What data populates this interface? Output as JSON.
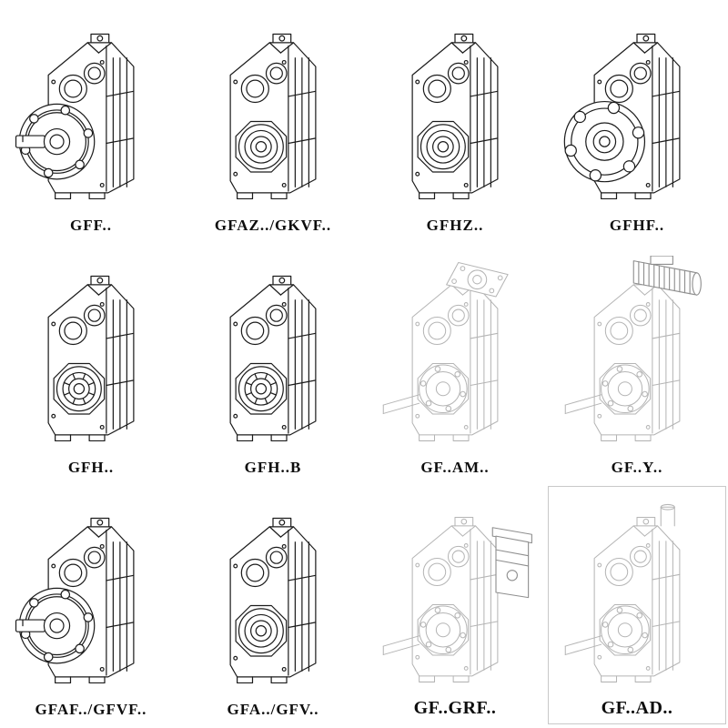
{
  "page": {
    "background": "#ffffff"
  },
  "colors": {
    "ink": "#1c1c1c",
    "light": "#b5b5b5",
    "mid": "#8f8f8f",
    "label": "#0d0d0d"
  },
  "catalog": {
    "items": [
      {
        "label": "GFF..",
        "variant": "flange-shaft",
        "weight": "solid"
      },
      {
        "label": "GFAZ../GKVF..",
        "variant": "hollow",
        "weight": "solid"
      },
      {
        "label": "GFHZ..",
        "variant": "hollow",
        "weight": "solid"
      },
      {
        "label": "GFHF..",
        "variant": "flange-face",
        "weight": "solid"
      },
      {
        "label": "GFH..",
        "variant": "hollow-bearing",
        "weight": "solid"
      },
      {
        "label": "GFH..B",
        "variant": "hollow-bearing",
        "weight": "solid"
      },
      {
        "label": "GF..AM..",
        "variant": "top-flange",
        "weight": "light"
      },
      {
        "label": "GF..Y..",
        "variant": "motor",
        "weight": "light"
      },
      {
        "label": "GFAF../GFVF..",
        "variant": "flange-shaft",
        "weight": "solid"
      },
      {
        "label": "GFA../GFV..",
        "variant": "hollow",
        "weight": "solid"
      },
      {
        "label": "GF..GRF..",
        "variant": "adapter",
        "weight": "light"
      },
      {
        "label": "GF..AD..",
        "variant": "plain-rear",
        "weight": "light",
        "boxed": true
      }
    ]
  }
}
